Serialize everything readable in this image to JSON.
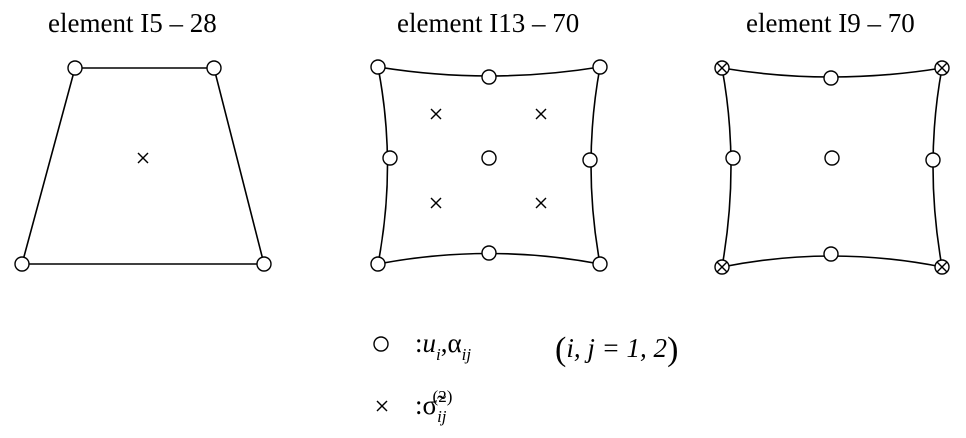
{
  "elements": [
    {
      "title": "element I5 – 28"
    },
    {
      "title": "element I13 – 70"
    },
    {
      "title": "element I9 – 70"
    }
  ],
  "legend": {
    "circle": {
      "symbol": "circle-icon",
      "colon": ":",
      "u": "u",
      "u_sub": "i",
      "comma": ",",
      "alpha": "α",
      "alpha_sub": "ij",
      "lparen": "(",
      "range": "i, j = 1, 2",
      "rparen": ")"
    },
    "cross": {
      "symbol": "cross-icon",
      "colon": ":",
      "sigma": "σ̃",
      "sigma_sub": "ij",
      "sigma_sup": "(2)"
    }
  }
}
